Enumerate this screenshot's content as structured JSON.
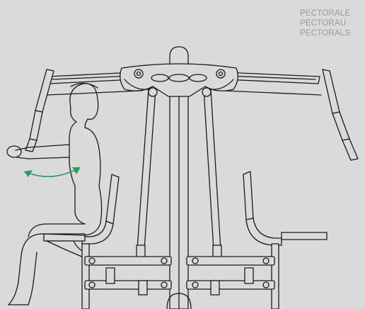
{
  "labels": {
    "line1": "PECTORALE",
    "line2": "PECTORAU",
    "line3": "PECTORALS"
  },
  "colors": {
    "background": "#dadada",
    "label_text": "#999999",
    "line_art": "#1a1a1a",
    "motion_arrow": "#2e9a5e"
  },
  "icons": {
    "motion": "double-headed-curved-arrow-icon"
  }
}
